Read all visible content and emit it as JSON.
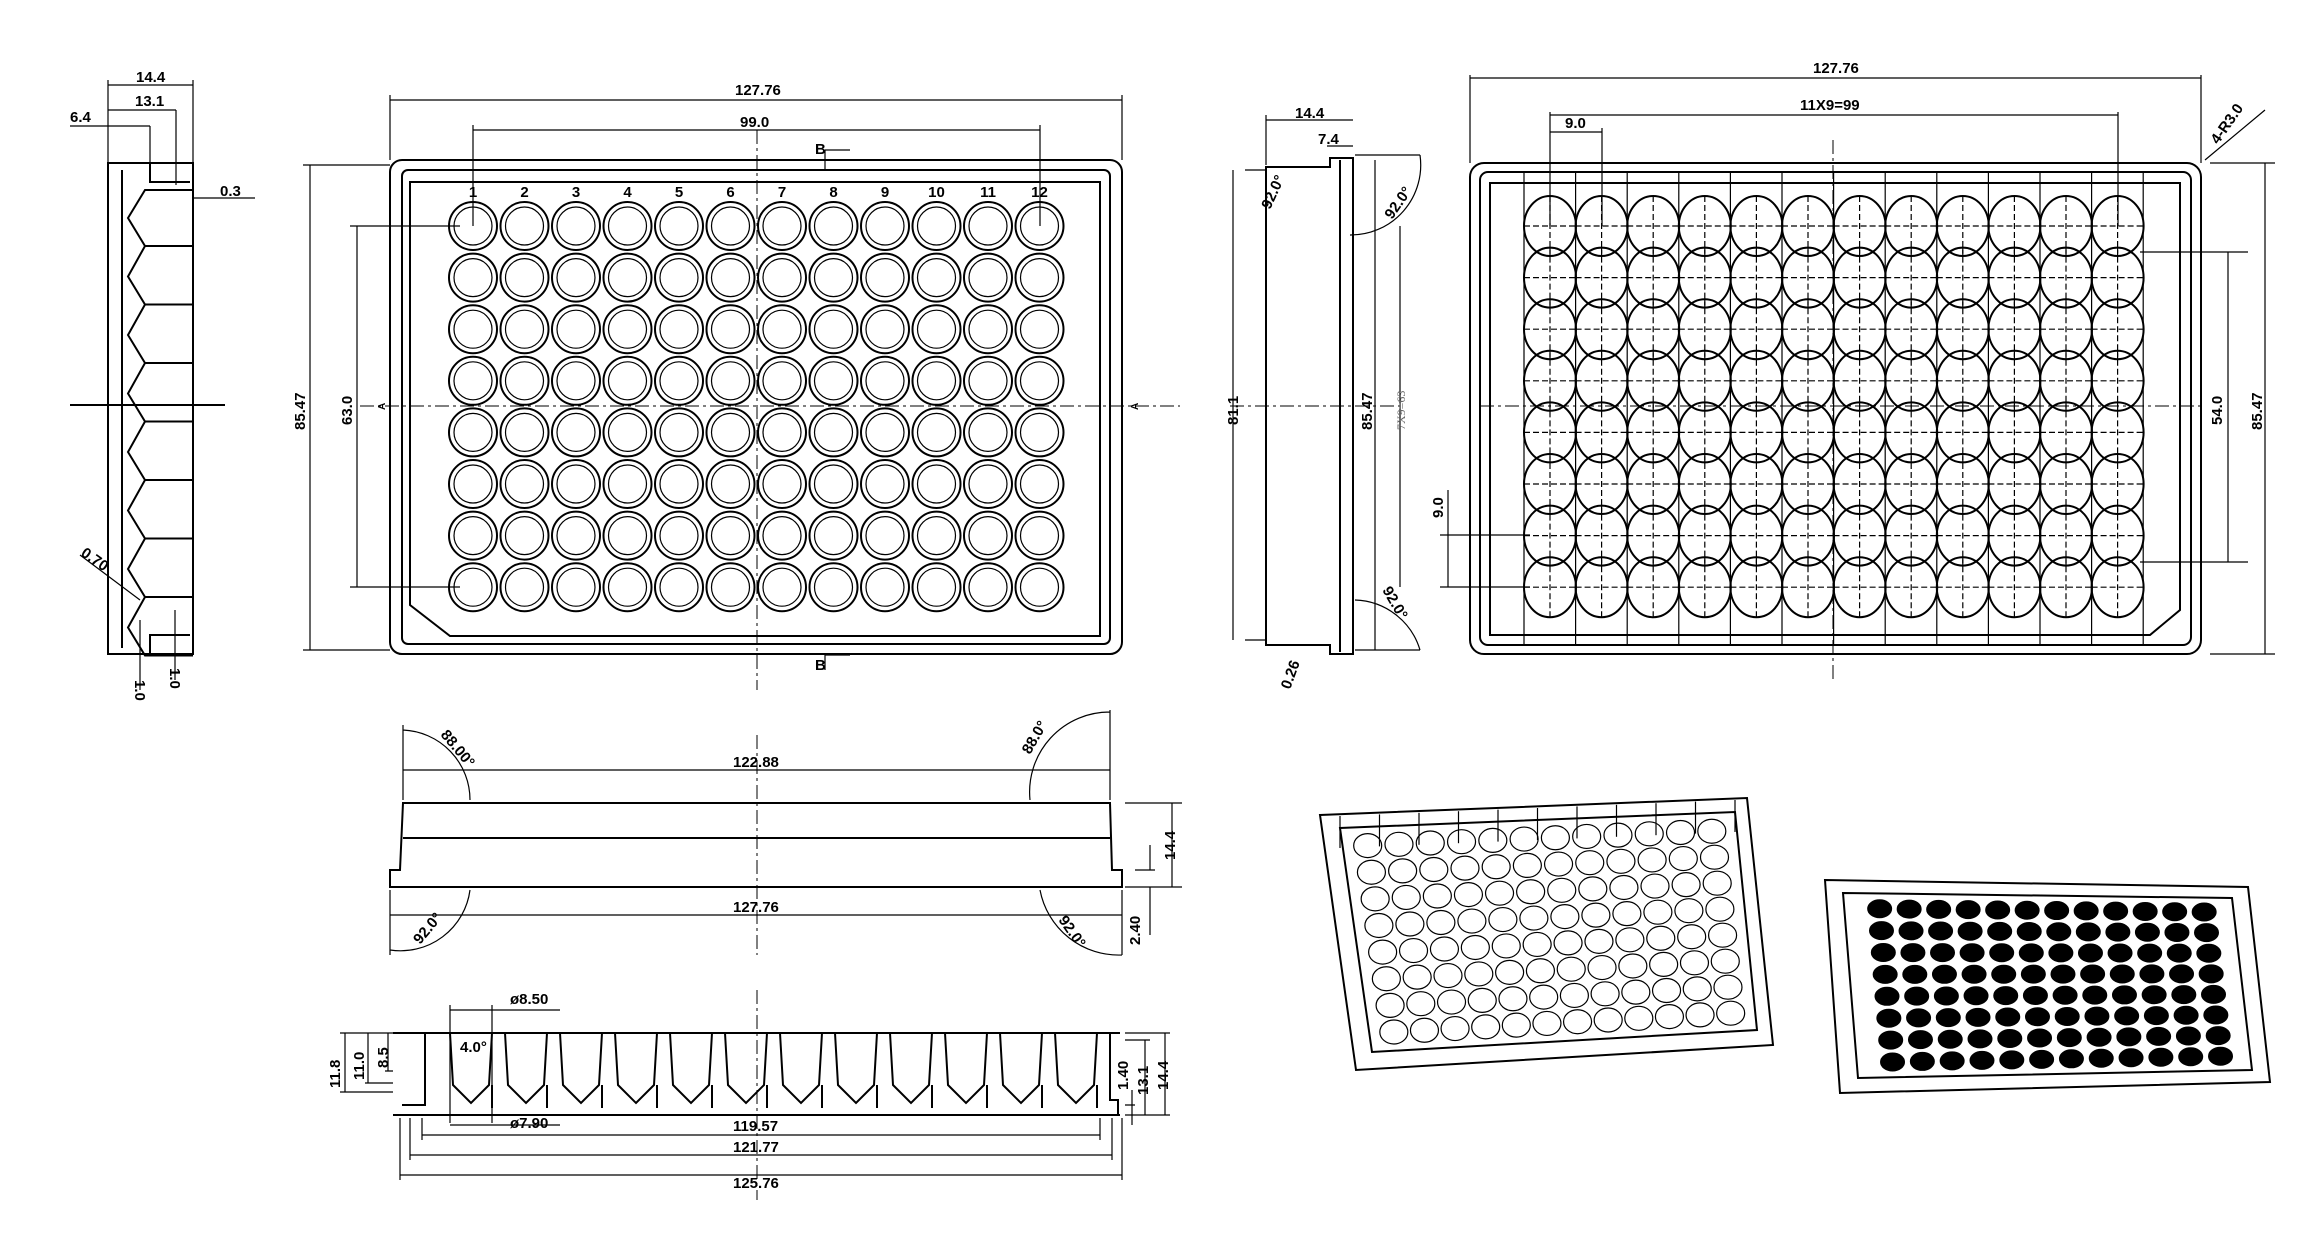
{
  "plate": {
    "rows": 8,
    "columns": 12,
    "column_labels": [
      "1",
      "2",
      "3",
      "4",
      "5",
      "6",
      "7",
      "8",
      "9",
      "10",
      "11",
      "12"
    ]
  },
  "side_view_left": {
    "width_total": "14.4",
    "width_inner": "13.1",
    "step": "6.4",
    "wall": "0.3",
    "chamfer": "0.70",
    "foot_a": "1.0",
    "foot_b": "1.0"
  },
  "top_view": {
    "length": "127.76",
    "well_span": "99.0",
    "section_marker_top": "B",
    "section_marker_bottom": "B",
    "width": "85.47",
    "row_span": "63.0",
    "marker_left": "A",
    "marker_right": "A"
  },
  "side_view_right": {
    "width_total": "14.4",
    "step": "7.4",
    "angle_tl": "92.0°",
    "angle_tr": "92.0°",
    "angle_bl": "0.26",
    "angle_br": "92.0°",
    "inner_height": "81.1",
    "height": "85.47",
    "pitch_note": "7X9=63"
  },
  "bottom_view": {
    "length": "127.76",
    "pitch_span": "11X9=99",
    "pitch": "9.0",
    "corner_radius": "4-R3.0",
    "row_pitch": "9.0",
    "inner_span": "54.0",
    "width": "85.47"
  },
  "front_view": {
    "angle_tl": "88.00°",
    "angle_tr": "88.0°",
    "top_length": "122.88",
    "bottom_length": "127.76",
    "angle_bl": "92.0°",
    "angle_br": "92.0°",
    "height": "14.4",
    "flange": "2.40"
  },
  "section_view": {
    "top_diameter": "ø8.50",
    "taper": "4.0°",
    "h1": "11.8",
    "h2": "11.0",
    "h3": "8.5",
    "bottom_diameter": "ø7.90",
    "len1": "119.57",
    "len2": "121.77",
    "len3": "125.76",
    "r1": "1.40",
    "r2": "13.1",
    "r3": "14.4"
  }
}
